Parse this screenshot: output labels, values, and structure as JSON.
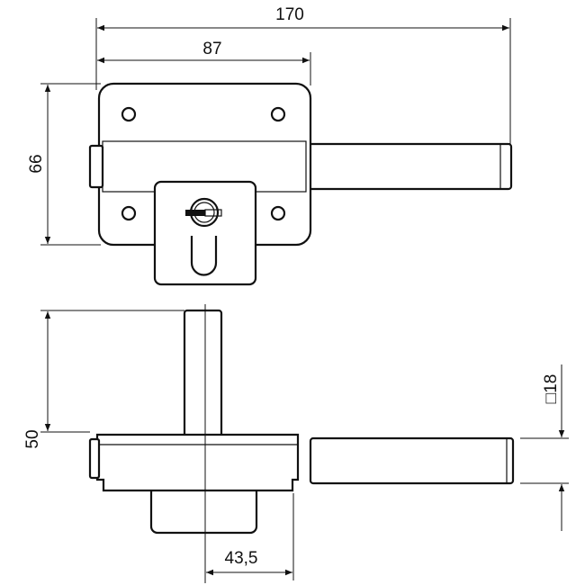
{
  "dimensions": {
    "overall_length": "170",
    "plate_width": "87",
    "plate_height": "66",
    "projection": "50",
    "axis_offset": "43,5",
    "handle_section": "□18"
  },
  "colors": {
    "line": "#111111",
    "background": "#ffffff"
  }
}
